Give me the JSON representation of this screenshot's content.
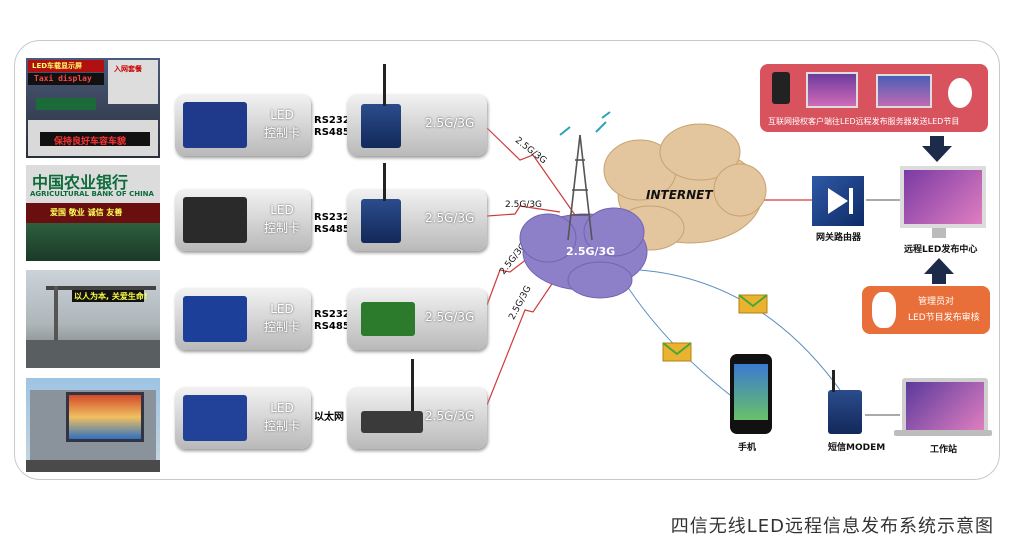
{
  "caption": "四信无线LED远程信息发布系统示意图",
  "rows": [
    {
      "card_line1": "LED",
      "card_line2": "控制卡",
      "iface_line1": "RS232",
      "iface_line2": "RS485",
      "network": "2.5G/3G",
      "link": "2.5G/3G"
    },
    {
      "card_line1": "LED",
      "card_line2": "控制卡",
      "iface_line1": "RS232",
      "iface_line2": "RS485",
      "network": "2.5G/3G",
      "link": "2.5G/3G"
    },
    {
      "card_line1": "LED",
      "card_line2": "控制卡",
      "iface_line1": "RS232",
      "iface_line2": "RS485",
      "network": "2.5G/3G",
      "link": "2.5G/3G"
    },
    {
      "card_line1": "LED",
      "card_line2": "控制卡",
      "iface_line1": "以太网",
      "iface_line2": "",
      "network": "2.5G/3G",
      "link": "2.5G/3G"
    }
  ],
  "photos": {
    "taxi_top": "LED车载显示屏",
    "taxi_mid": "Taxi display",
    "taxi_side": "入网套餐",
    "taxi_bottom": "保持良好车容车貌",
    "bank_cn": "中国农业银行",
    "bank_en": "AGRICULTURAL BANK OF CHINA",
    "bank_sign": "爱国 敬业 诚信 友善",
    "road_sign": "以人为本, 关爱生命!"
  },
  "network_cloud": "2.5G/3G",
  "internet": "INTERNET",
  "gateway": "网关路由器",
  "center_label": "远程LED发布中心",
  "top_banner": "互联网授权客户端往LED远程发布服务器发送LED节目",
  "admin_line1": "管理员对",
  "admin_line2": "LED节目发布审核",
  "phone": "手机",
  "sms_modem": "短信MODEM",
  "workstation": "工作站",
  "colors": {
    "cloud": "#8e7fc9",
    "internet_cloud": "#e6c9a0",
    "banner": "#d8535d",
    "admin": "#e86f3a",
    "link": "#d03a3a"
  }
}
